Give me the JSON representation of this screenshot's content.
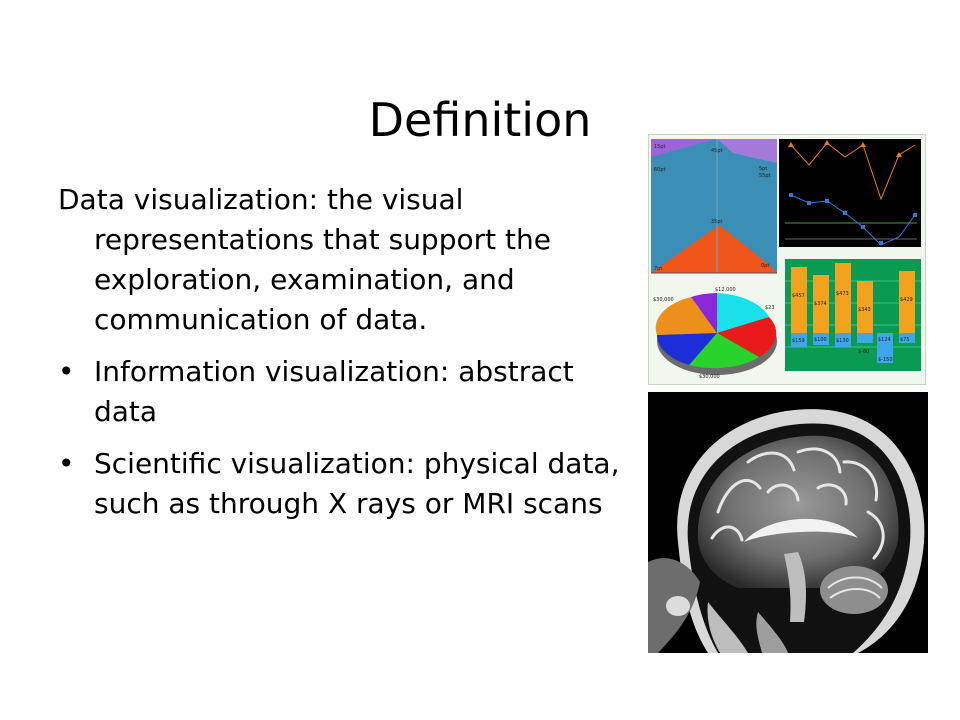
{
  "slide": {
    "title": "Definition",
    "definition": "Data visualization: the visual representations that support the exploration, examination, and communication of data.",
    "bullets": [
      "Information visualization: abstract data",
      "Scientific visualization: physical data, such as through X rays or MRI scans"
    ]
  },
  "collage": {
    "area_labels": [
      "15pt",
      "45pt",
      "60pt",
      "55pt",
      "5pt",
      "35pt",
      "7pt",
      "0pt"
    ],
    "pie_labels": [
      "$12,000",
      "$30,000",
      "$23",
      "$30,000"
    ],
    "bar3d_labels": [
      "$457",
      "$374",
      "$473",
      "$343",
      "$429",
      "$159",
      "$100",
      "$130",
      "$124",
      "$75",
      "$-60",
      "$-150"
    ]
  }
}
